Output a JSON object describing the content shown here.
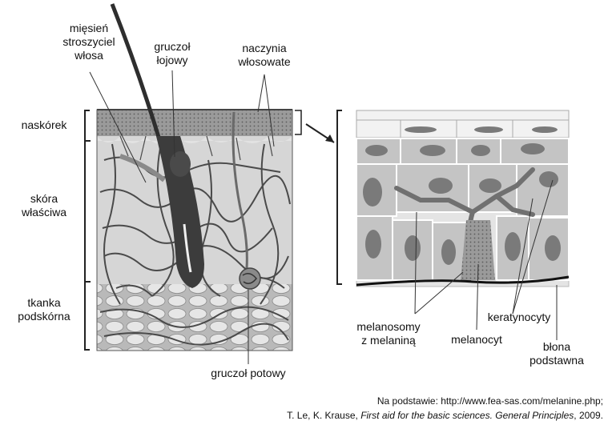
{
  "labels": {
    "hair_muscle": [
      "mięsień",
      "stroszyciel",
      "włosa"
    ],
    "sebaceous_gland": [
      "gruczoł",
      "łojowy"
    ],
    "capillaries": [
      "naczynia",
      "włosowate"
    ],
    "epidermis": "naskórek",
    "dermis": [
      "skóra",
      "właściwa"
    ],
    "hypodermis": [
      "tkanka",
      "podskórna"
    ],
    "sweat_gland": "gruczoł potowy",
    "melanosomes": [
      "melanosomy",
      "z melaniną"
    ],
    "melanocyte": "melanocyt",
    "keratinocytes": "keratynocyty",
    "basement_membrane": [
      "błona",
      "podstawna"
    ]
  },
  "source": {
    "line1": "Na podstawie: http://www.fea-sas.com/melanine.php;",
    "line2_prefix": "T. Le, K. Krause, ",
    "line2_italic": "First aid for the basic sciences. General Principles",
    "line2_suffix": ", 2009."
  },
  "colors": {
    "epidermis": "#8a8a8a",
    "dermis": "#d4d4d4",
    "hypodermis": "#c2c2c2",
    "vessel": "#4a4a4a",
    "hair": "#2e2e2e",
    "cell_fill": "#bdbdbd",
    "nucleus": "#7a7a7a",
    "melanocyte": "#707070"
  }
}
